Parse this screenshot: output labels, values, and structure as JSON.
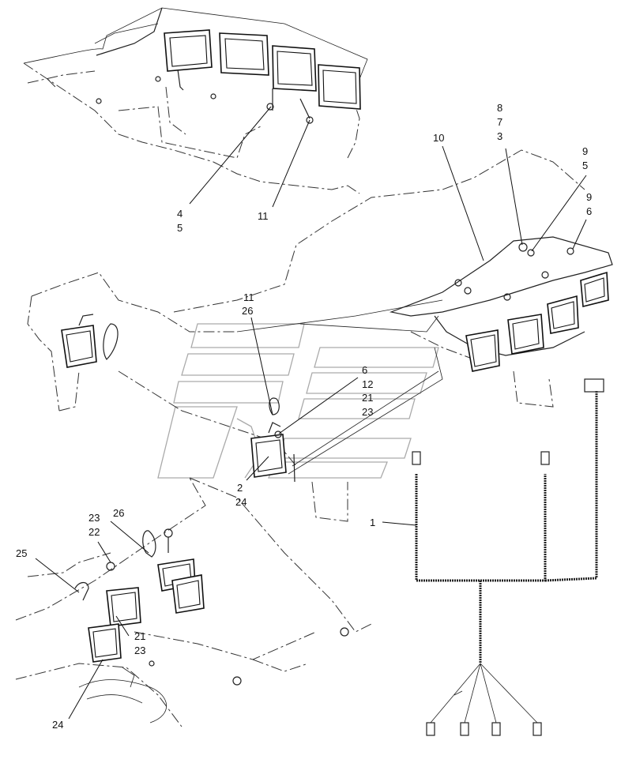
{
  "callouts": {
    "c4": "4",
    "c5a": "5",
    "c11a": "11",
    "c8": "8",
    "c7": "7",
    "c3": "3",
    "c10": "10",
    "c9a": "9",
    "c5b": "5",
    "c9b": "9",
    "c6a": "6",
    "c11b": "11",
    "c26a": "26",
    "c6b": "6",
    "c12": "12",
    "c21a": "21",
    "c23a": "23",
    "c2": "2",
    "c24a": "24",
    "c1": "1",
    "c23b": "23",
    "c22": "22",
    "c26b": "26",
    "c25": "25",
    "c21b": "21",
    "c23c": "23",
    "c24b": "24"
  }
}
